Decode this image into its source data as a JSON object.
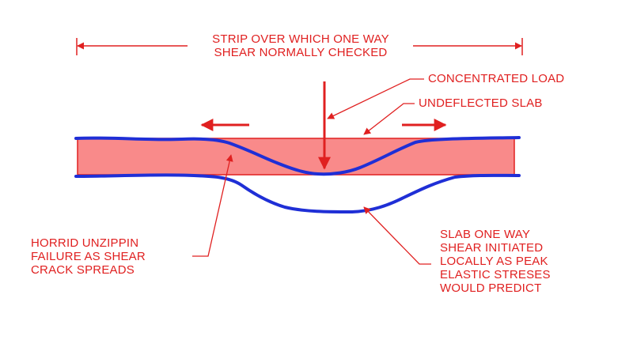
{
  "colors": {
    "annotation": "#e02020",
    "slab_fill": "#f98a8a",
    "deflected_outline": "#1f2fd6"
  },
  "labels": {
    "strip": "STRIP OVER WHICH ONE WAY\nSHEAR NORMALLY CHECKED",
    "concentrated_load": "CONCENTRATED LOAD",
    "undeflected_slab": "UNDEFLECTED SLAB",
    "unzippin_failure": "HORRID UNZIPPIN\nFAILURE AS SHEAR\nCRACK SPREADS",
    "shear_initiated": "SLAB ONE WAY\nSHEAR INITIATED\nLOCALLY AS PEAK\nELASTIC STRESES\nWOULD PREDICT"
  }
}
